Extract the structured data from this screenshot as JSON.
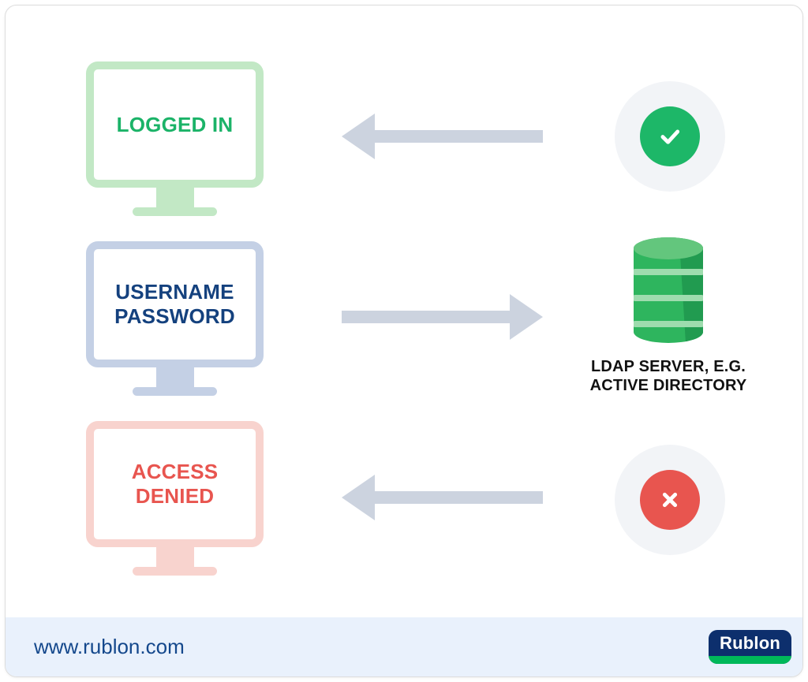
{
  "colors": {
    "success_green": "#1db768",
    "success_light": "#c2e8c5",
    "success_text": "#1bb368",
    "neutral_blue_light": "#c4d0e5",
    "navy_text": "#14417e",
    "error_red": "#e8554f",
    "error_light": "#f8d3ce",
    "arrow_gray": "#ccd3df",
    "badge_bg": "#f2f4f7",
    "db_green": "#2eb55e",
    "db_green_dark": "#219b50",
    "db_green_top": "#63c67d",
    "db_band": "#9edcae",
    "footer_bg": "#e9f1fc",
    "footer_text": "#14488c",
    "logo_navy": "#0d2f6d",
    "logo_green": "#00b85a",
    "label_black": "#111111"
  },
  "diagram": {
    "logged_in_monitor": {
      "label": "LOGGED IN"
    },
    "credentials_monitor": {
      "line1": "USERNAME",
      "line2": "PASSWORD"
    },
    "access_denied_monitor": {
      "line1": "ACCESS",
      "line2": "DENIED"
    },
    "ldap_label": {
      "line1": "LDAP SERVER, E.G.",
      "line2": "ACTIVE DIRECTORY"
    },
    "icons": {
      "success": "checkmark-icon",
      "failure": "x-icon",
      "server": "database-icon",
      "arrow_to_logged_in": "arrow-left-icon",
      "arrow_to_server": "arrow-right-icon",
      "arrow_to_access_denied": "arrow-left-icon"
    }
  },
  "footer": {
    "url": "www.rublon.com",
    "logo_text": "Rublon"
  }
}
